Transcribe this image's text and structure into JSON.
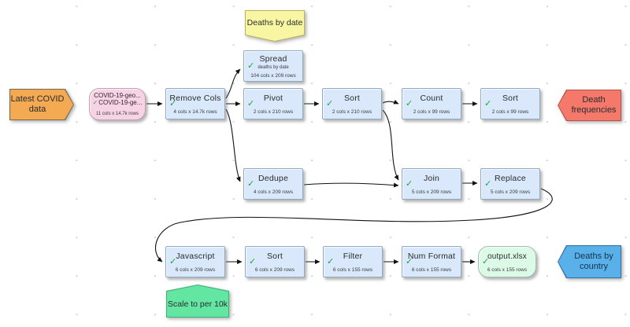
{
  "icons": {
    "check": "✓"
  },
  "flags": {
    "input": {
      "label": "Latest COVID data",
      "color": "#f4a953"
    },
    "death_frequencies": {
      "label": "Death frequencies",
      "color": "#f4796b"
    },
    "deaths_by_country": {
      "label": "Deaths by country",
      "color": "#5ab1ea"
    }
  },
  "comments": {
    "deaths_by_date": {
      "label": "Deaths by date",
      "color": "#f9f6a3"
    },
    "scale": {
      "label": "Scale to per 10k",
      "color": "#63e6a2"
    }
  },
  "nodes": {
    "source": {
      "name_line1": "COVID-19-geo...",
      "name_line2": "COVID-19-ge...",
      "stats": "11 cols x 14.7k rows"
    },
    "remove_cols": {
      "title": "Remove Cols",
      "stats": "4 cols x 14.7k rows"
    },
    "spread": {
      "title": "Spread",
      "comment": "deaths by date",
      "stats": "104 cols x 209 rows"
    },
    "pivot": {
      "title": "Pivot",
      "stats": "2 cols x 210 rows"
    },
    "sort1": {
      "title": "Sort",
      "stats": "2 cols x 210 rows"
    },
    "count": {
      "title": "Count",
      "stats": "2 cols x 99 rows"
    },
    "sort2": {
      "title": "Sort",
      "stats": "2 cols x 99 rows"
    },
    "dedupe": {
      "title": "Dedupe",
      "stats": "4 cols x 209 rows"
    },
    "join": {
      "title": "Join",
      "stats": "5 cols x 209 rows"
    },
    "replace": {
      "title": "Replace",
      "stats": "5 cols x 209 rows"
    },
    "javascript": {
      "title": "Javascript",
      "stats": "6 cols x 209 rows"
    },
    "sort3": {
      "title": "Sort",
      "stats": "6 cols x 209 rows"
    },
    "filter": {
      "title": "Filter",
      "stats": "6 cols x 155 rows"
    },
    "num_format": {
      "title": "Num Format",
      "stats": "6 cols x 155 rows"
    },
    "output": {
      "title": "output.xlsx",
      "stats": "6 cols x 155 rows"
    }
  },
  "colors": {
    "node_fill": "#d9e9fb",
    "node_border": "#8fa9c2",
    "source_fill": "#f8d3e5",
    "output_fill": "#ddfae9",
    "check": "#1fa33c",
    "connector": "#111111",
    "grid_dot": "#b3afab"
  }
}
